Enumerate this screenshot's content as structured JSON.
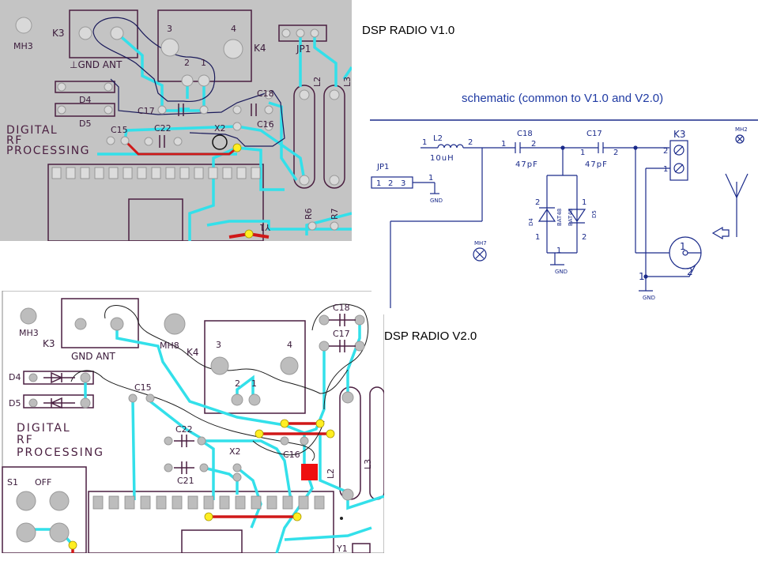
{
  "titles": {
    "v1": "DSP RADIO V1.0",
    "v2": "DSP RADIO V2.0",
    "schematic": "schematic (common to V1.0 and V2.0)"
  },
  "pcb_v1": {
    "labels": {
      "mh3": "MH3",
      "k3": "K3",
      "k4": "K4",
      "jp1": "JP1",
      "gnd_ant": "⊥GND ANT",
      "pin3": "3",
      "pin4": "4",
      "pin2": "2",
      "pin1": "1",
      "d4": "D4",
      "d5": "D5",
      "c17": "C17",
      "c18": "C18",
      "c16": "C16",
      "c15": "C15",
      "c22": "C22",
      "x2": "X2",
      "l2": "L2",
      "l3": "L3",
      "r6": "R6",
      "r7": "R7",
      "y1": "Y1",
      "line1": "DIGITAL",
      "line2": "RF",
      "line3": "PROCESSING"
    }
  },
  "pcb_v2": {
    "labels": {
      "mh3": "MH3",
      "k3": "K3",
      "mh8": "MH8",
      "k4": "K4",
      "gnd_ant": "GND ANT",
      "pin3": "3",
      "pin4": "4",
      "pin2": "2",
      "pin1": "1",
      "d4": "D4",
      "d5": "D5",
      "c18": "C18",
      "c17": "C17",
      "c15": "C15",
      "c22": "C22",
      "c21": "C21",
      "c16": "C16",
      "x2": "X2",
      "l2": "L2",
      "l3": "L3",
      "s1": "S1",
      "off": "OFF",
      "y1": "Y1",
      "line1": "DIGITAL",
      "line2": "RF",
      "line3": "PROCESSING"
    }
  },
  "schematic": {
    "jp1": "JP1",
    "jp1_pins": [
      "1",
      "2",
      "3"
    ],
    "jp1_out_pin": "1",
    "gnd": "GND",
    "l2": {
      "ref": "L2",
      "value": "10uH",
      "pin1": "1",
      "pin2": "2"
    },
    "c18": {
      "ref": "C18",
      "value": "47pF",
      "pin1": "1",
      "pin2": "2"
    },
    "c17": {
      "ref": "C17",
      "value": "47pF",
      "pin1": "2",
      "pin2": "1"
    },
    "k3": {
      "ref": "K3",
      "pin2": "2",
      "pin1": "1"
    },
    "mh2": "MH2",
    "mh7": "MH7",
    "d4": {
      "ref": "D4",
      "part": "BAT48",
      "pin2": "2",
      "pin1": "1"
    },
    "d5": {
      "ref": "D5",
      "part": "BAT48",
      "pin1": "1",
      "pin2": "2"
    },
    "coax": {
      "pin1": "1",
      "pin2": "2",
      "shield_pin": "1"
    }
  },
  "colors": {
    "board": "#c4c4c4",
    "trace": "#33e0ea",
    "red_trace": "#d01818",
    "pad": "#bdbdbd",
    "silk": "#4a1f40",
    "highlight": "#ffee22",
    "schematic_wire": "#1a2a8a"
  }
}
